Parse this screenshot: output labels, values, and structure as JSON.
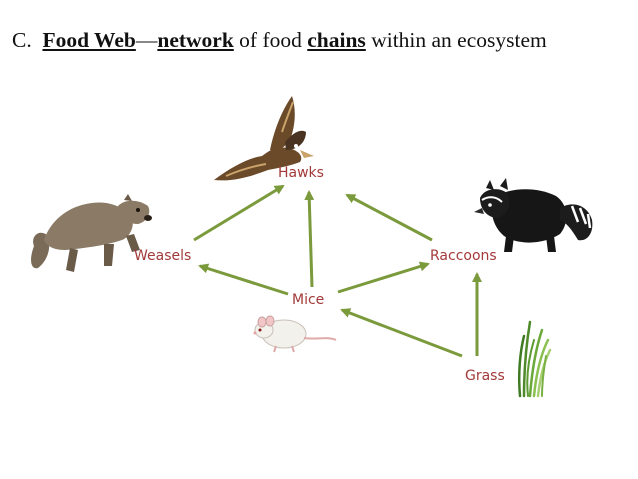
{
  "title": {
    "prefix": "C.",
    "term": "Food Web",
    "dash": "—",
    "word1": "network",
    "mid": " of food ",
    "word2": "chains",
    "suffix": " within an ecosystem"
  },
  "nodes": {
    "hawks": "Hawks",
    "weasels": "Weasels",
    "raccoons": "Raccoons",
    "mice": "Mice",
    "grass": "Grass"
  },
  "edges": [
    {
      "from": "Grass",
      "to": "Mice"
    },
    {
      "from": "Grass",
      "to": "Raccoons"
    },
    {
      "from": "Mice",
      "to": "Weasels"
    },
    {
      "from": "Mice",
      "to": "Hawks"
    },
    {
      "from": "Mice",
      "to": "Raccoons"
    },
    {
      "from": "Weasels",
      "to": "Hawks"
    },
    {
      "from": "Raccoons",
      "to": "Hawks"
    }
  ],
  "colors": {
    "arrow": "#7a9a3c",
    "label": "#a33a3a"
  },
  "icons": [
    "hawk-icon",
    "weasel-icon",
    "raccoon-icon",
    "mouse-icon",
    "grass-icon"
  ]
}
